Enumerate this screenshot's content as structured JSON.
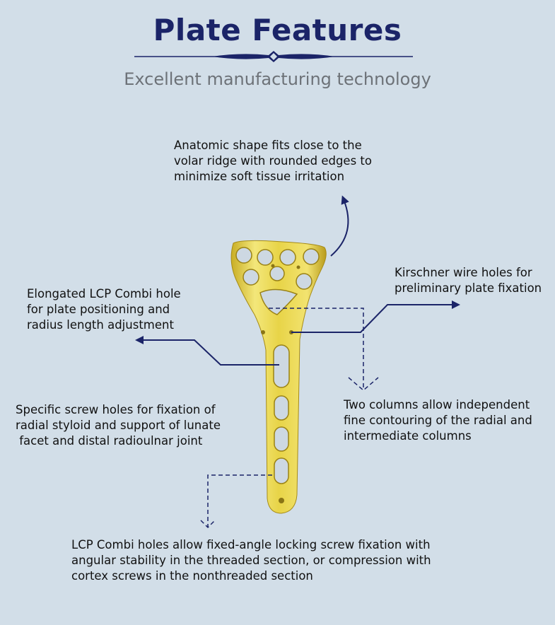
{
  "header": {
    "title": "Plate Features",
    "subtitle": "Excellent manufacturing technology"
  },
  "callouts": {
    "anatomic": [
      "Anatomic shape fits close to the",
      "volar ridge with rounded edges to",
      "minimize soft tissue irritation"
    ],
    "kirschner": [
      "Kirschner wire holes for",
      "preliminary plate fixation"
    ],
    "elongated": [
      "Elongated LCP Combi hole",
      "for plate positioning and",
      "radius length adjustment"
    ],
    "two_columns": [
      "Two columns allow independent",
      "fine contouring of the radial and",
      "intermediate columns"
    ],
    "specific": [
      "Specific screw holes for fixation of",
      "radial styloid and support of lunate",
      " facet and distal radioulnar joint"
    ],
    "lcp_combi": [
      "LCP Combi holes allow fixed-angle locking screw fixation with",
      "angular stability in the threaded section, or compression with",
      "cortex screws in the nonthreaded section"
    ]
  },
  "colors": {
    "background": "#d2dee8",
    "accent": "#1b2468",
    "plate": "#e6d24a",
    "subtitle": "#6d7278"
  }
}
